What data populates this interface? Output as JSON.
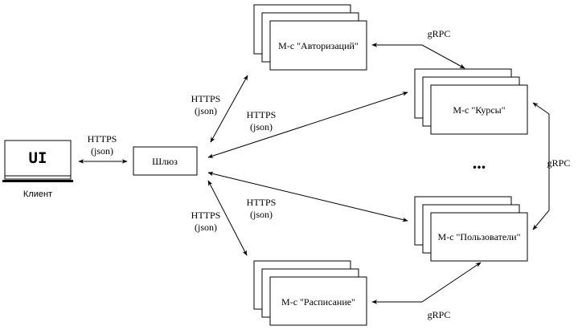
{
  "client": {
    "screen_text": "UI",
    "label": "Клиент"
  },
  "gateway": {
    "label": "Шлюз"
  },
  "services": {
    "auth": "М-с \"Авторизаций\"",
    "courses": "М-с \"Курсы\"",
    "users": "М-с \"Пользователи\"",
    "schedule": "М-с \"Расписание\""
  },
  "ellipsis": "...",
  "edges": {
    "client_gateway": [
      "HTTPS",
      "(json)"
    ],
    "gateway_auth": [
      "HTTPS",
      "(json)"
    ],
    "gateway_courses": [
      "HTTPS",
      "(json)"
    ],
    "gateway_users": [
      "HTTPS",
      "(json)"
    ],
    "gateway_schedule": [
      "HTTPS",
      "(json)"
    ],
    "auth_courses": "gRPC",
    "courses_users": "gRPC",
    "users_schedule": "gRPC"
  }
}
